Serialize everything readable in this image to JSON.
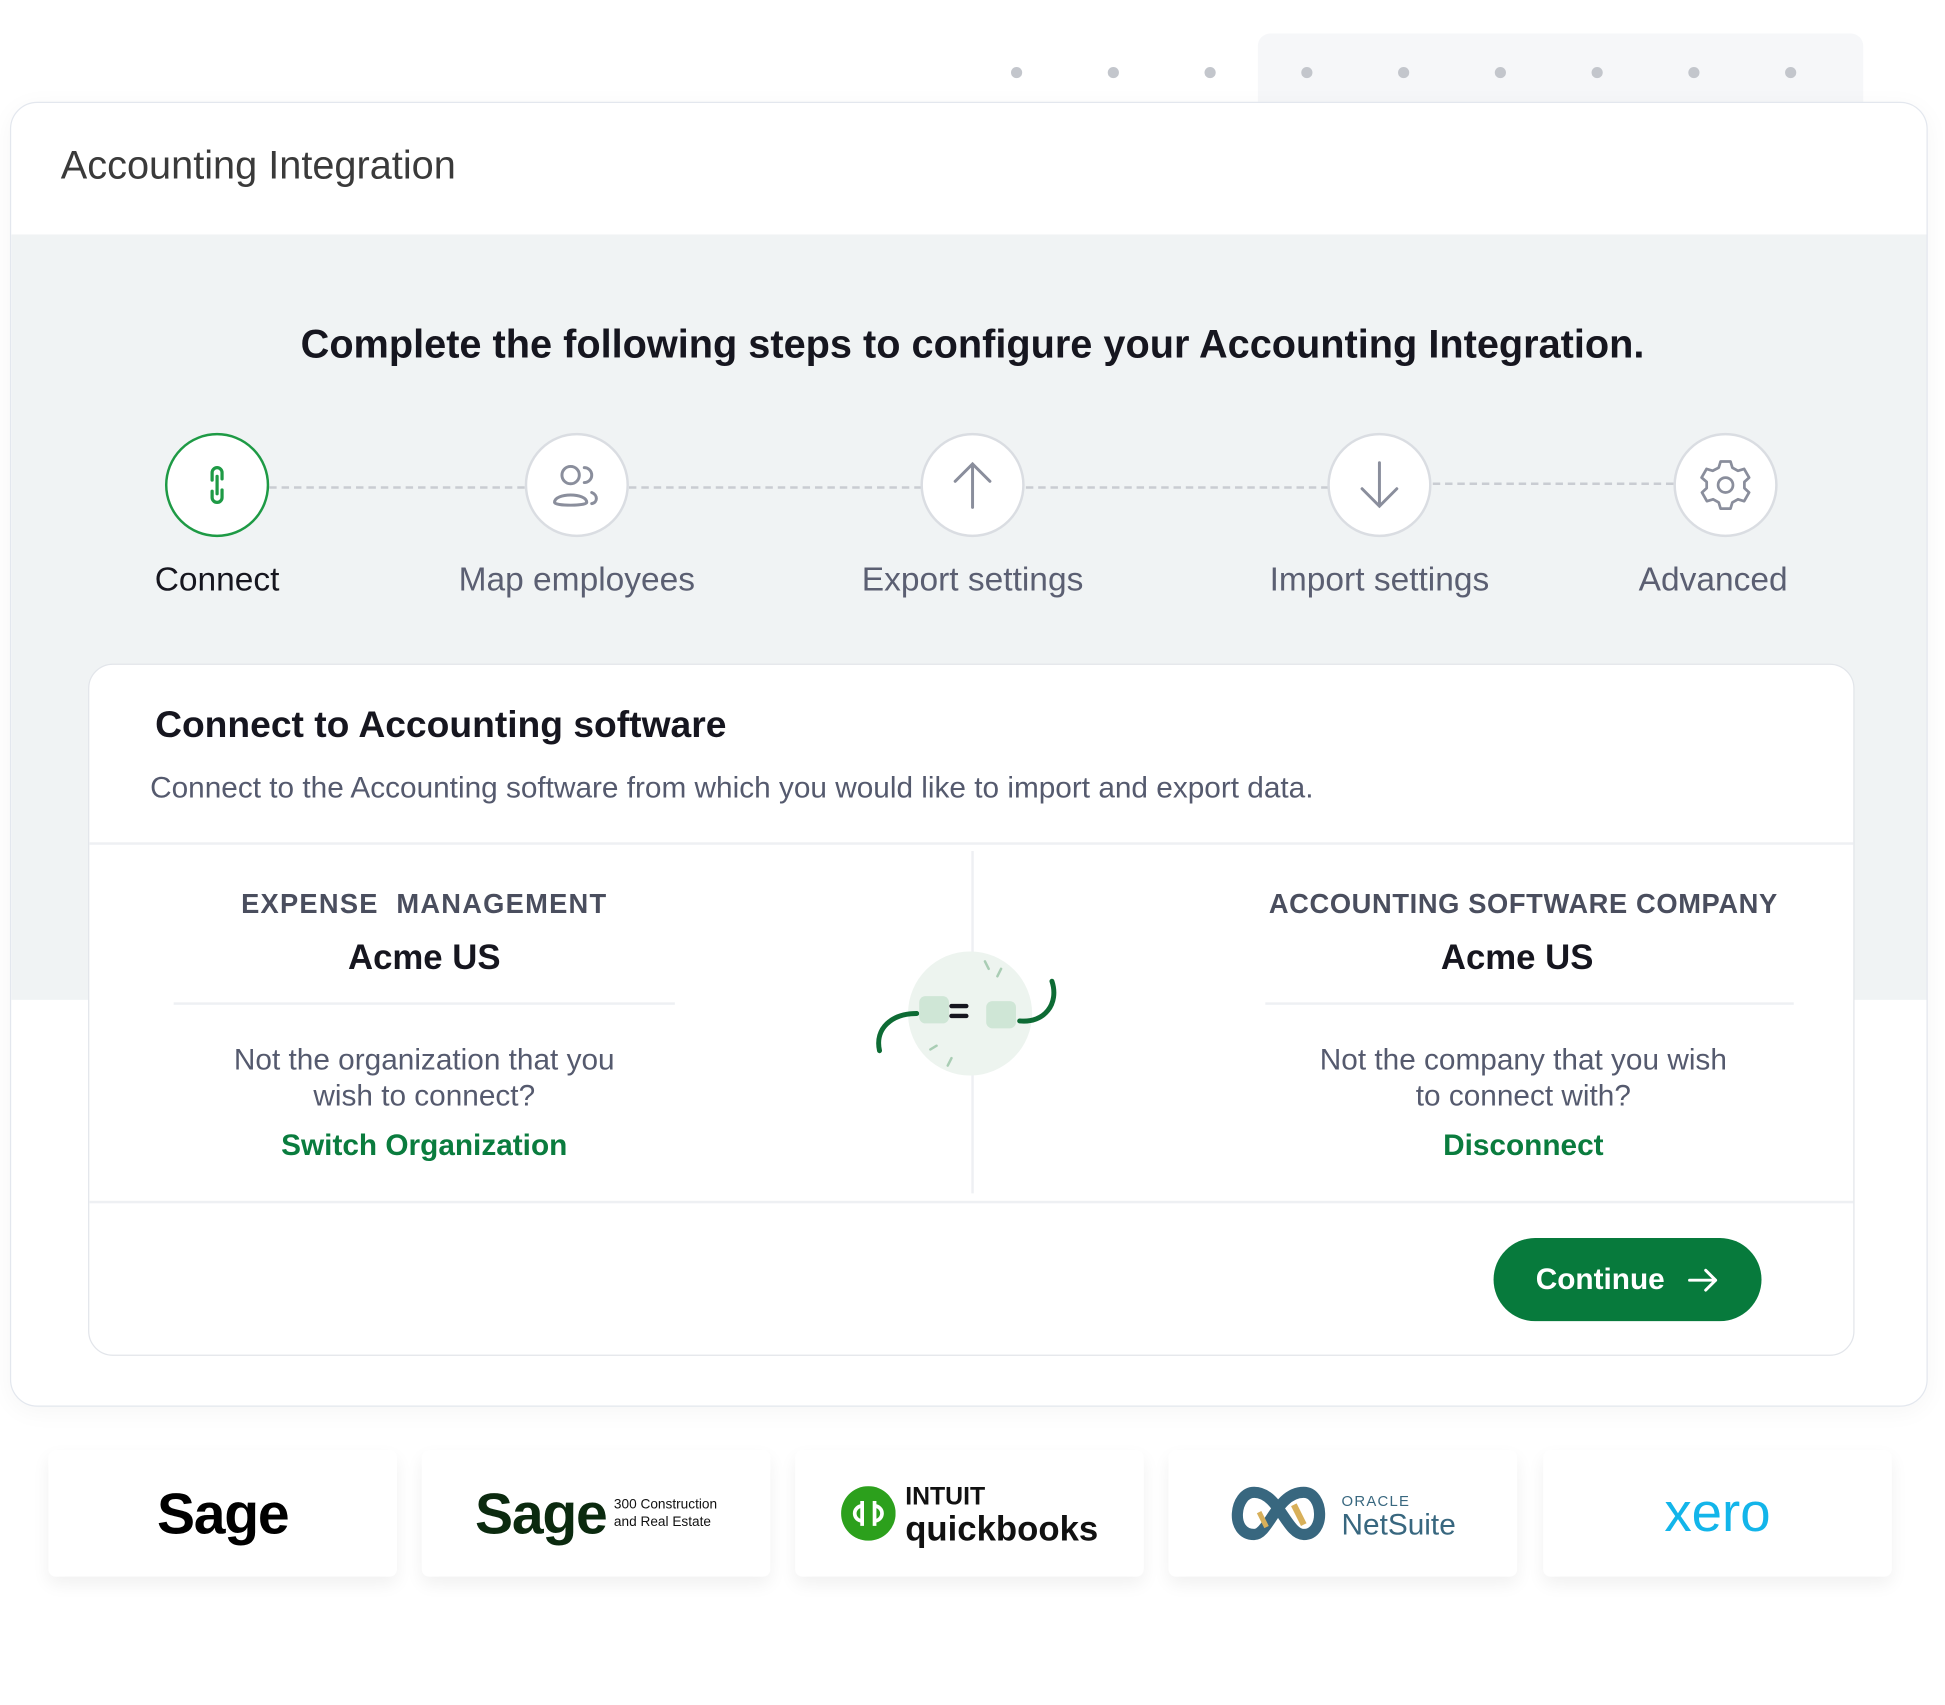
{
  "window": {
    "title": "Accounting Integration"
  },
  "main": {
    "heading": "Complete the following steps to configure your Accounting Integration.",
    "steps": [
      {
        "label": "Connect",
        "icon": "link-icon",
        "active": true
      },
      {
        "label": "Map employees",
        "icon": "users-icon",
        "active": false
      },
      {
        "label": "Export settings",
        "icon": "arrow-up-icon",
        "active": false
      },
      {
        "label": "Import settings",
        "icon": "arrow-down-icon",
        "active": false
      },
      {
        "label": "Advanced",
        "icon": "gear-icon",
        "active": false
      }
    ]
  },
  "connect": {
    "title": "Connect to Accounting software",
    "description": "Connect to the Accounting software from which you would like to import and export data.",
    "left": {
      "label": "EXPENSE  MANAGEMENT",
      "name": "Acme US",
      "question": "Not the organization that you wish to connect?",
      "link": "Switch Organization"
    },
    "right": {
      "label": "ACCOUNTING SOFTWARE COMPANY",
      "name": "Acme US",
      "question": "Not the company that you wish to connect with?",
      "link": "Disconnect"
    },
    "continue_label": "Continue"
  },
  "logos": [
    {
      "name": "Sage"
    },
    {
      "name": "Sage",
      "sub1": "300 Construction",
      "sub2": "and Real Estate"
    },
    {
      "name": "quickbooks",
      "brand": "INTUIT"
    },
    {
      "name": "NetSuite",
      "brand": "ORACLE"
    },
    {
      "name": "xero"
    }
  ],
  "colors": {
    "accent": "#077a3c",
    "link": "#0a7c3e",
    "active_step": "#1e9a45",
    "panel": "#f0f3f4",
    "xero": "#13b5ea",
    "quickbooks": "#2ca01c"
  }
}
